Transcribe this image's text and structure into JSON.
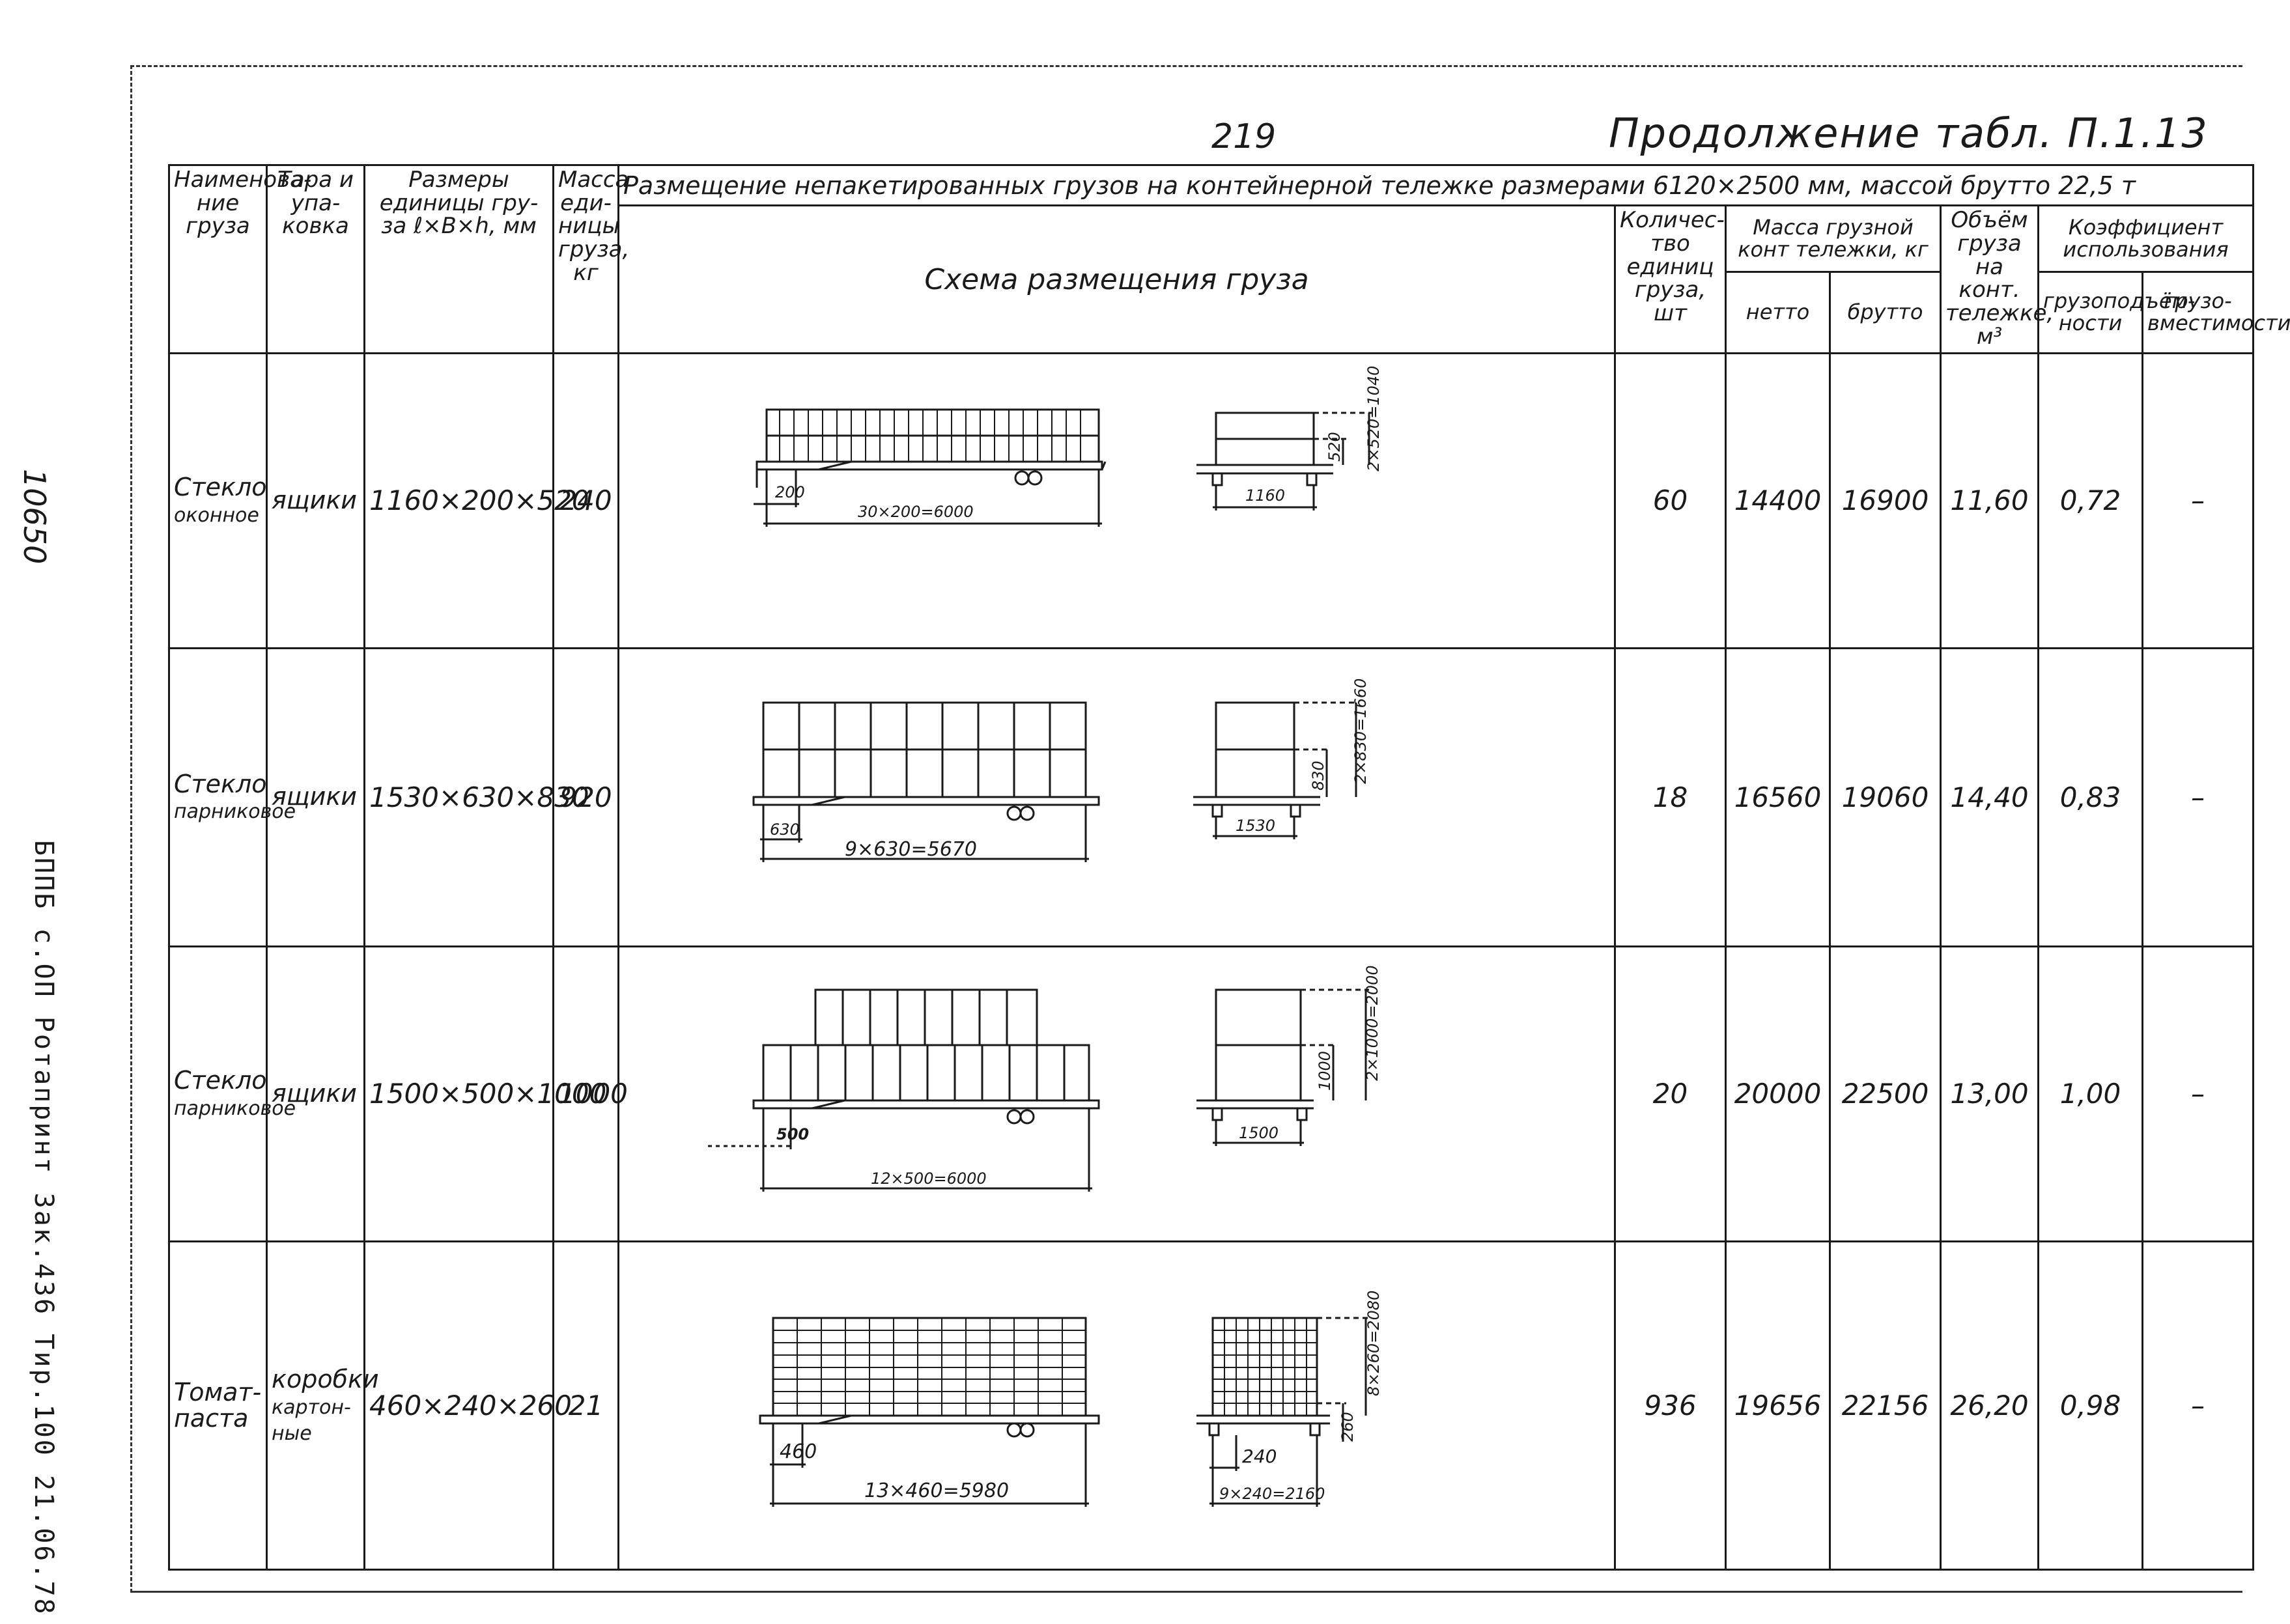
{
  "page": {
    "page_number": "219",
    "continuation": "Продолжение табл. П.1.13",
    "side_doc_number": "10650",
    "side_stamp": "БППБ с.ОП Ротапринт Зак.436 Тир.100 21.06.78"
  },
  "table": {
    "headers": {
      "name": "Наименова-ние груза",
      "packaging": "Тара и упа-ковка",
      "dimensions": "Размеры единицы гру-за ℓ×B×h, мм",
      "unit_mass": "Масса еди-ницы груза, кг",
      "placement": "Размещение непакетированных грузов на контейнерной тележке размерами 6120×2500 мм, массой брутто 22,5 т",
      "scheme": "Схема размещения груза",
      "quantity": "Количес-тво единиц груза, шт",
      "cart_mass": "Масса грузной конт тележки, кг",
      "netto": "нетто",
      "brutto": "брутто",
      "volume": "Объём груза на конт. тележке, м³",
      "coefficient": "Коэффициент использования",
      "coef_volume": "грузоподъём-ности",
      "coef_capacity": "грузо-вместимости"
    },
    "rows": [
      {
        "name": "Стекло",
        "name2": "оконное",
        "packaging": "ящики",
        "dimensions": "1160×200×520",
        "unit_mass": "240",
        "quantity": "60",
        "netto": "14400",
        "brutto": "16900",
        "volume": "11,60",
        "coef_volume": "0,72",
        "coef_capacity": "–",
        "dims": {
          "a": "200",
          "b": "30×200=6000",
          "c": "1160",
          "d": "520",
          "e": "2×520=1040"
        }
      },
      {
        "name": "Стекло",
        "name2": "парниковое",
        "packaging": "ящики",
        "dimensions": "1530×630×830",
        "unit_mass": "920",
        "quantity": "18",
        "netto": "16560",
        "brutto": "19060",
        "volume": "14,40",
        "coef_volume": "0,83",
        "coef_capacity": "–",
        "dims": {
          "a": "630",
          "b": "9×630=5670",
          "c": "1530",
          "d": "830",
          "e": "2×830=1660"
        }
      },
      {
        "name": "Стекло",
        "name2": "парниковое",
        "packaging": "ящики",
        "dimensions": "1500×500×1000",
        "unit_mass": "1000",
        "quantity": "20",
        "netto": "20000",
        "brutto": "22500",
        "volume": "13,00",
        "coef_volume": "1,00",
        "coef_capacity": "–",
        "dims": {
          "a": "500",
          "b": "12×500=6000",
          "c": "1500",
          "d": "1000",
          "e": "2×1000=2000"
        }
      },
      {
        "name": "Томат-паста",
        "name2": "",
        "packaging": "коробки",
        "packaging2": "картон-ные",
        "dimensions": "460×240×260",
        "unit_mass": "21",
        "quantity": "936",
        "netto": "19656",
        "brutto": "22156",
        "volume": "26,20",
        "coef_volume": "0,98",
        "coef_capacity": "–",
        "dims": {
          "a": "460",
          "b": "13×460=5980",
          "c": "240",
          "d": "260",
          "e": "8×260=2080",
          "f": "9×240=2160"
        }
      }
    ]
  }
}
